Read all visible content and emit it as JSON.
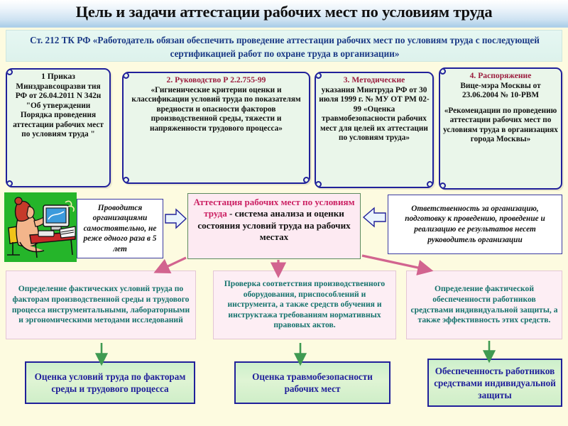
{
  "slide": {
    "title": "Цель и задачи аттестации рабочих мест по условиям труда",
    "subtitle": "Ст. 212 ТК РФ «Работодатель обязан обеспечить проведение аттестации рабочих мест по условиям труда с последующей сертификацией работ по охране труда в организации»"
  },
  "documents": [
    {
      "header": "1  Приказ",
      "body": "Минздравсоцразви тия РФ от 26.04.2011 N 342н \"Об утверждении Порядка проведения аттестации рабочих мест по условиям труда \""
    },
    {
      "header": "2. Руководство  Р 2.2.755-99",
      "body": "«Гигиенические критерии оценки и классификации условий труда по показателям вредности и опасности факторов производственной среды, тяжести и напряженности трудового процесса»"
    },
    {
      "header": "3. Методические",
      "body": "указания Минтруда РФ от  30 июля 1999 г. № МУ ОТ РМ 02-99 «Оценка травмобезопасности рабочих мест для целей их аттестации по условиям труда»"
    },
    {
      "header": "4. Распоряжение",
      "body": "Вице-мэра Москвы от 23.06.2004 № 10-РВМ",
      "body2": "«Рекомендации по проведению аттестации рабочих мест по условиям труда в организациях города Москвы»"
    }
  ],
  "clipart": {
    "alt": "woman-at-computer-clipart"
  },
  "note": {
    "text": "Проводится организациями самостоятельно, не реже одного раза в 5 лет"
  },
  "center": {
    "highlight": "Аттестация рабочих мест по условиям труда",
    "rest": " - система анализа и оценки состояния условий труда на рабочих местах"
  },
  "responsibility": {
    "text": "Ответственность за организацию, подготовку к проведению, проведение и реализацию ее результатов несет руководитель организации"
  },
  "tasks": [
    "Определение фактических условий труда по факторам производственной среды и трудового процесса инструментальными, лабораторными и эргономическими методами исследований",
    "Проверка соответствия производственного оборудования, приспособлений и инструмента, а также средств обучения и инструктажа требованиям нормативных правовых актов.",
    "Определение фактической обеспеченности работников средствами индивидуальной защиты, а также эффективность этих средств."
  ],
  "results": [
    "Оценка условий труда по факторам среды и трудового процесса",
    "Оценка травмобезопасности рабочих мест",
    "Обеспеченность работников средствами индивидуальной защиты"
  ],
  "colors": {
    "title_band_top": "#ffffff",
    "title_band_bottom": "#a9cde8",
    "page_background": "#fdfbe0",
    "doc_box_fill": "#eaf6ea",
    "doc_box_border": "#20209a",
    "doc_header_accent": "#9b1c3d",
    "subtitle_text": "#1b3a86",
    "center_fill": "#fdeaf2",
    "center_accent": "#cb1f62",
    "task_fill": "#fdeef4",
    "task_text": "#14726c",
    "result_fill": "#cdf0cc",
    "result_text": "#20209a",
    "pink_arrow": "#d2648f",
    "green_arrow": "#3f9a52",
    "blue_arrow": "#20209a"
  }
}
